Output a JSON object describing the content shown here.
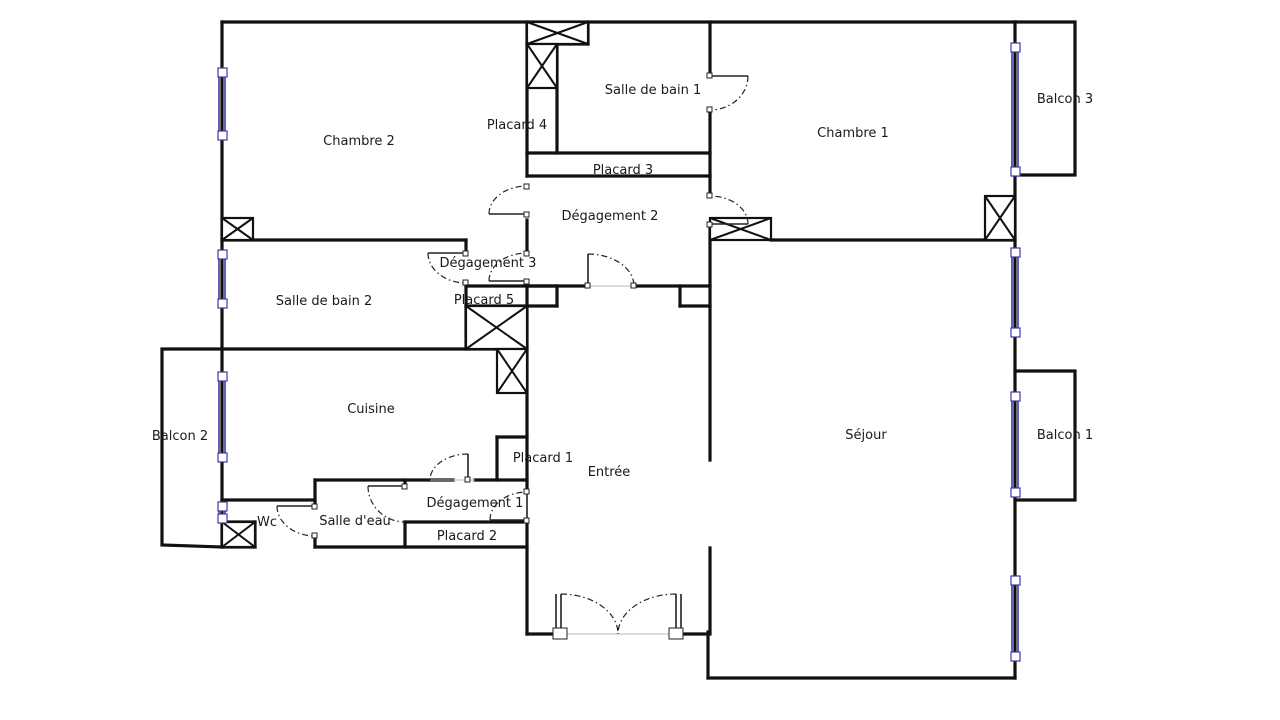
{
  "rooms": {
    "chambre_2": "Chambre 2",
    "placard_4": "Placard 4",
    "salle_de_bain_1": "Salle de bain 1",
    "chambre_1": "Chambre 1",
    "balcon_3": "Balcon 3",
    "placard_3": "Placard 3",
    "degagement_2": "Dégagement 2",
    "degagement_3": "Dégagement 3",
    "salle_de_bain_2": "Salle de bain 2",
    "placard_5": "Placard 5",
    "cuisine": "Cuisine",
    "balcon_2": "Balcon 2",
    "sejour": "Séjour",
    "balcon_1": "Balcon 1",
    "placard_1": "Placard 1",
    "entree": "Entrée",
    "degagement_1": "Dégagement 1",
    "wc": "Wc",
    "salle_d_eau": "Salle d'eau",
    "placard_2": "Placard 2"
  },
  "colors": {
    "wall": "#111111",
    "window": "#3a3aa8",
    "background": "#ffffff"
  }
}
